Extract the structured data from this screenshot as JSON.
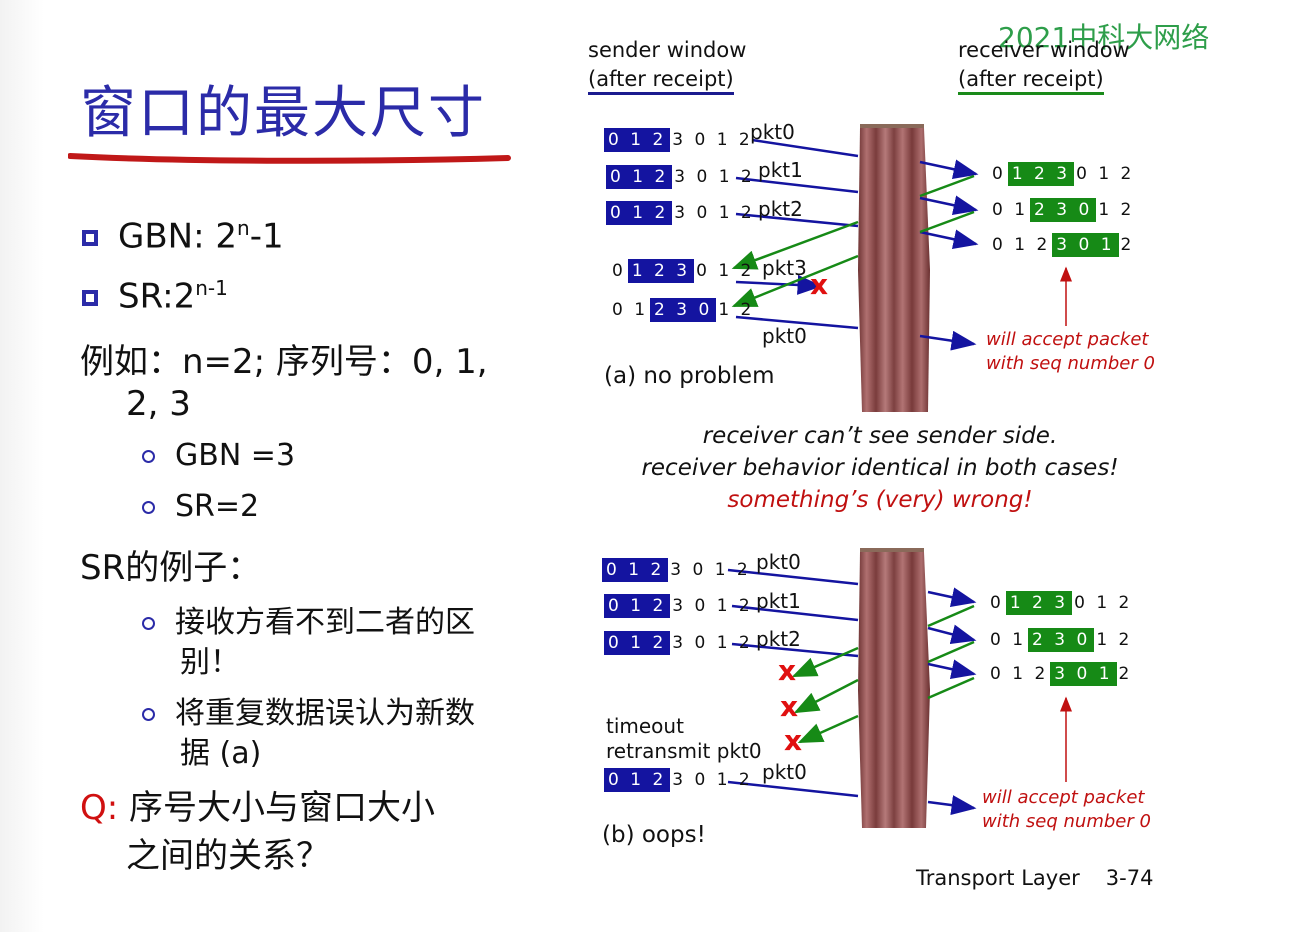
{
  "watermark": "2021中科大网络",
  "title": "窗口的最大尺寸",
  "bullets": {
    "gbn_prefix": "GBN: 2",
    "gbn_sup": "n",
    "gbn_suffix": "-1",
    "sr_prefix": "SR:2",
    "sr_sup": "n-1",
    "example_line1": "例如：n=2; 序列号：0, 1,",
    "example_line2": "2, 3",
    "sub_gbn": "GBN =3",
    "sub_sr": "SR=2",
    "sr_example": "SR的例子：",
    "sub_cannot_see_1": "接收方看不到二者的区",
    "sub_cannot_see_2": "别！",
    "sub_mistake_1": "将重复数据误认为新数",
    "sub_mistake_2": "据 (a)",
    "q_label": "Q:",
    "q_text_1": " 序号大小与窗口大小",
    "q_text_2": "之间的关系？"
  },
  "diagram": {
    "sender_header_1": "sender window",
    "sender_header_2": "(after receipt)",
    "receiver_header_1": "receiver window",
    "receiver_header_2": "(after receipt)",
    "seq_012": "0 1 2",
    "seq_3012": "3 0 1 2",
    "seq_0": "0",
    "seq_123": "1 2 3",
    "seq_012_tail": "0 1 2",
    "seq_01": "0 1",
    "seq_230": "2 3 0",
    "seq_12": "1 2",
    "seq_012_head": "0 1 2",
    "seq_301": "3 0 1",
    "seq_2": "2",
    "pkt0": "pkt0",
    "pkt1": "pkt1",
    "pkt2": "pkt2",
    "pkt3": "pkt3",
    "x": "x",
    "accept_1": "will accept packet",
    "accept_2": "with seq number 0",
    "caption_a": "(a) no problem",
    "caption_b": "(b) oops!",
    "middle_1": "receiver can’t see sender side.",
    "middle_2": "receiver behavior identical in both cases!",
    "middle_3": "something’s (very) wrong!",
    "timeout": "timeout",
    "retransmit": "retransmit pkt0"
  },
  "footer": {
    "section": "Transport Layer",
    "page": "3-74"
  },
  "colors": {
    "title": "#2b2ba8",
    "accent_red": "#d01010",
    "sender_blue": "#1414a0",
    "receiver_green": "#168a16",
    "watermark": "#2e9e4a",
    "curtain": "#8b4a4a"
  }
}
